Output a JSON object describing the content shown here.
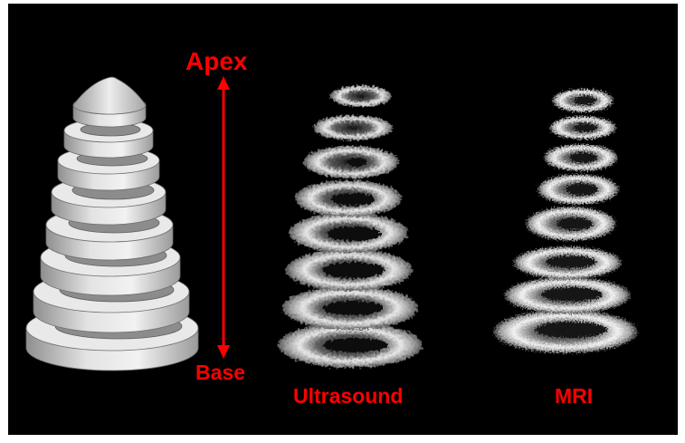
{
  "labels": {
    "apex": "Apex",
    "base": "Base",
    "ultrasound": "Ultrasound",
    "mri": "MRI"
  },
  "colors": {
    "background": "#000000",
    "label": "#ff0000",
    "model_disc": "#d9d9d9",
    "model_cavity": "#8c8c8c"
  },
  "icons": {
    "axis": "double-headed-arrow"
  }
}
